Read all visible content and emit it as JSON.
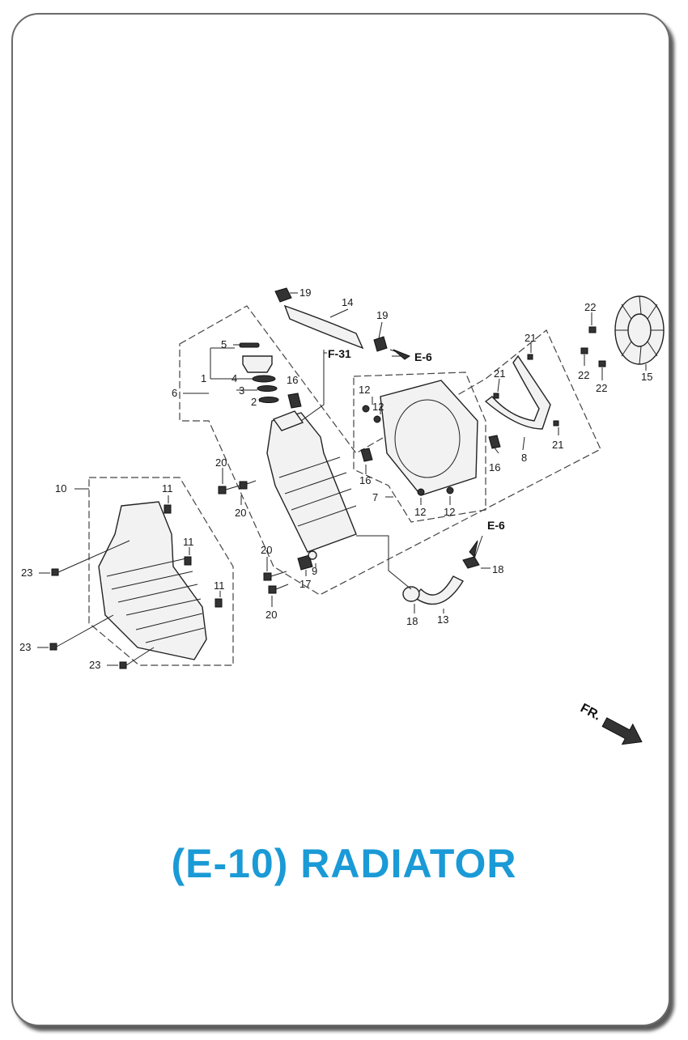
{
  "title": "(E-10) RADIATOR",
  "direction_marker": "FR.",
  "colors": {
    "title": "#1a9ad6",
    "frame": "#6a6a6a",
    "line": "#222222"
  },
  "refs": {
    "f31": "F-31",
    "e6_top": "E-6",
    "e6_right": "E-6"
  },
  "labels": {
    "l1": "1",
    "l2": "2",
    "l3": "3",
    "l4": "4",
    "l5": "5",
    "l6": "6",
    "l7": "7",
    "l8": "8",
    "l9": "9",
    "l10": "10",
    "l11a": "11",
    "l11b": "11",
    "l11c": "11",
    "l12a": "12",
    "l12b": "12",
    "l12c": "12",
    "l12d": "12",
    "l13": "13",
    "l14": "14",
    "l15": "15",
    "l16a": "16",
    "l16b": "16",
    "l16c": "16",
    "l17": "17",
    "l18a": "18",
    "l18b": "18",
    "l19a": "19",
    "l19b": "19",
    "l20a": "20",
    "l20b": "20",
    "l20c": "20",
    "l20d": "20",
    "l21a": "21",
    "l21b": "21",
    "l21c": "21",
    "l22a": "22",
    "l22b": "22",
    "l22c": "22",
    "l23a": "23",
    "l23b": "23",
    "l23c": "23"
  }
}
